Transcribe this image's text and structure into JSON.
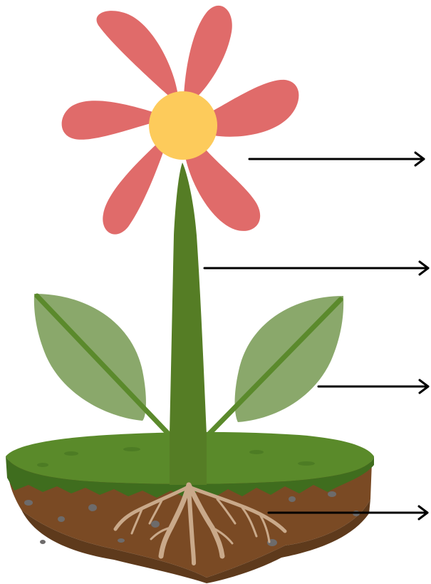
{
  "diagram": {
    "parts": [
      {
        "id": "flower"
      },
      {
        "id": "stem"
      },
      {
        "id": "leaf"
      },
      {
        "id": "root"
      }
    ]
  },
  "colors": {
    "background": "#ffffff",
    "petal": "#e06b6a",
    "flower_center": "#fdcb5b",
    "stem": "#557d25",
    "leaf": "#8aa86b",
    "leaf_vein": "#5b8a2c",
    "grass_top": "#5a8a2a",
    "grass_edge": "#3f6d1e",
    "soil": "#7a4a24",
    "soil_dark": "#5e3a1c",
    "root": "#c9a98a",
    "pebble": "#6d6b6b",
    "arrow": "#000000"
  },
  "icons": {
    "pointer": "arrow-right-icon"
  }
}
